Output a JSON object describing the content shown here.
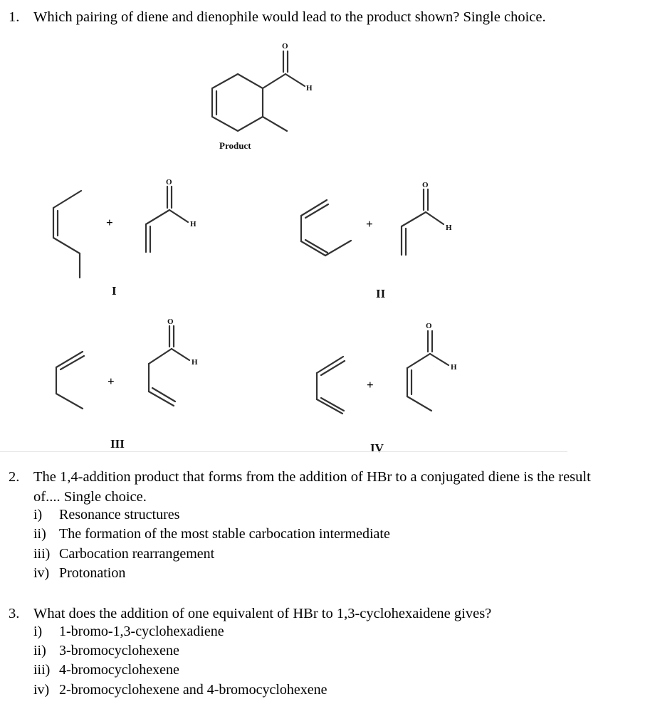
{
  "q1": {
    "number": "1.",
    "text": "Which pairing of diene and dienophile would lead to the product shown? Single choice.",
    "product_label": "Product",
    "atom_O": "O",
    "atom_H": "H",
    "plus": "+",
    "options": [
      "I",
      "II",
      "III",
      "IV"
    ]
  },
  "q2": {
    "number": "2.",
    "line1": "The 1,4-addition product that forms from the addition of HBr to a conjugated diene is the result",
    "line2": "of.... Single choice.",
    "options": [
      {
        "num": "i)",
        "text": "Resonance structures"
      },
      {
        "num": "ii)",
        "text": "The formation of the most stable carbocation intermediate"
      },
      {
        "num": "iii)",
        "text": "Carbocation rearrangement"
      },
      {
        "num": "iv)",
        "text": "Protonation"
      }
    ]
  },
  "q3": {
    "number": "3.",
    "text": "What does the addition of one equivalent of HBr to 1,3-cyclohexaidene gives?",
    "options": [
      {
        "num": "i)",
        "text": "1-bromo-1,3-cyclohexadiene"
      },
      {
        "num": "ii)",
        "text": "3-bromocyclohexene"
      },
      {
        "num": "iii)",
        "text": "4-bromocyclohexene"
      },
      {
        "num": "iv)",
        "text": "2-bromocyclohexene and 4-bromocyclohexene"
      }
    ]
  }
}
